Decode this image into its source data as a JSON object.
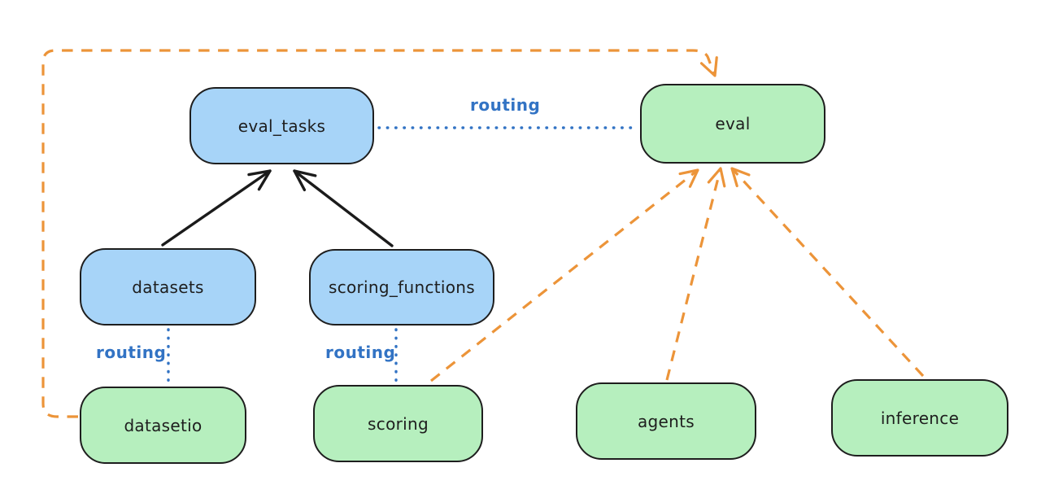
{
  "diagram_type": "architecture-routing-diagram",
  "nodes": {
    "eval_tasks": {
      "label": "eval_tasks",
      "color": "blue"
    },
    "eval": {
      "label": "eval",
      "color": "green"
    },
    "datasets": {
      "label": "datasets",
      "color": "blue"
    },
    "scoring_functions": {
      "label": "scoring_functions",
      "color": "blue"
    },
    "datasetio": {
      "label": "datasetio",
      "color": "green"
    },
    "scoring": {
      "label": "scoring",
      "color": "green"
    },
    "agents": {
      "label": "agents",
      "color": "green"
    },
    "inference": {
      "label": "inference",
      "color": "green"
    }
  },
  "edges": [
    {
      "from": "datasets",
      "to": "eval_tasks",
      "style": "solid-black-arrow",
      "label": ""
    },
    {
      "from": "scoring_functions",
      "to": "eval_tasks",
      "style": "solid-black-arrow",
      "label": ""
    },
    {
      "from": "eval_tasks",
      "to": "eval",
      "style": "dotted-blue",
      "label": "routing"
    },
    {
      "from": "datasets",
      "to": "datasetio",
      "style": "dotted-blue",
      "label": "routing"
    },
    {
      "from": "scoring_functions",
      "to": "scoring",
      "style": "dotted-blue",
      "label": "routing"
    },
    {
      "from": "datasetio",
      "to": "eval",
      "style": "dashed-orange-arrow",
      "label": ""
    },
    {
      "from": "scoring",
      "to": "eval",
      "style": "dashed-orange-arrow",
      "label": ""
    },
    {
      "from": "agents",
      "to": "eval",
      "style": "dashed-orange-arrow",
      "label": ""
    },
    {
      "from": "inference",
      "to": "eval",
      "style": "dashed-orange-arrow",
      "label": ""
    }
  ],
  "colors": {
    "blue_node_fill": "#a7d4f8",
    "green_node_fill": "#b6efbe",
    "node_stroke": "#1e1e1e",
    "black_edge": "#1b1b1b",
    "blue_edge": "#3273c4",
    "orange_edge": "#ec9439",
    "background": "#ffffff"
  }
}
